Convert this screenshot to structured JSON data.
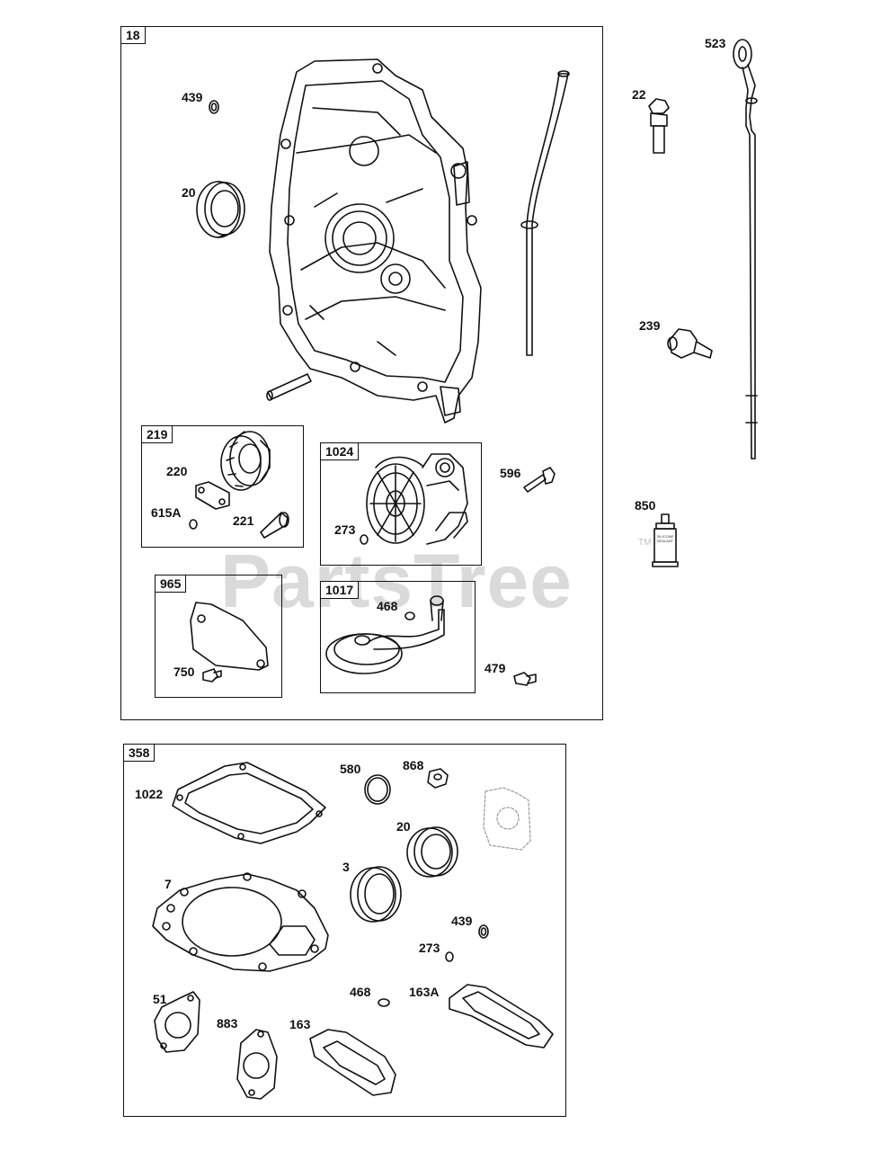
{
  "watermark": {
    "text": "PartsTree",
    "tm": "TM"
  },
  "groups": {
    "g18": "18",
    "g219": "219",
    "g1024": "1024",
    "g965": "965",
    "g1017": "1017",
    "g358": "358"
  },
  "parts": {
    "p439a": "439",
    "p20a": "20",
    "p220": "220",
    "p615A": "615A",
    "p221": "221",
    "p273a": "273",
    "p596": "596",
    "p750": "750",
    "p468a": "468",
    "p479": "479",
    "p523": "523",
    "p22": "22",
    "p239": "239",
    "p850": "850",
    "p1022": "1022",
    "p580": "580",
    "p868": "868",
    "p20b": "20",
    "p3": "3",
    "p7": "7",
    "p439b": "439",
    "p273b": "273",
    "p51": "51",
    "p468b": "468",
    "p163A": "163A",
    "p883": "883",
    "p163": "163"
  },
  "tube_text": "SILICONE SEALANT"
}
